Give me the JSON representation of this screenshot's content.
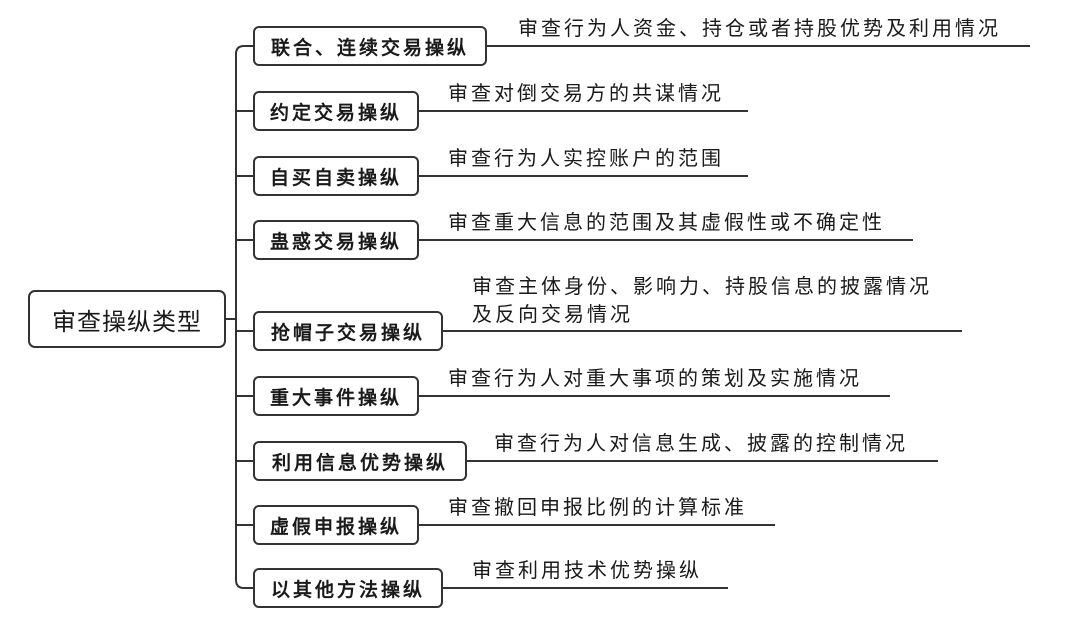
{
  "diagram": {
    "root": "审查操纵类型",
    "branches": [
      {
        "type": "联合、连续交易操纵",
        "review": [
          "审查行为人资金、持仓或者持股优势及利用情况"
        ]
      },
      {
        "type": "约定交易操纵",
        "review": [
          "审查对倒交易方的共谋情况"
        ]
      },
      {
        "type": "自买自卖操纵",
        "review": [
          "审查行为人实控账户的范围"
        ]
      },
      {
        "type": "蛊惑交易操纵",
        "review": [
          "审查重大信息的范围及其虚假性或不确定性"
        ]
      },
      {
        "type": "抢帽子交易操纵",
        "review": [
          "审查主体身份、影响力、持股信息的披露情况",
          "及反向交易情况"
        ]
      },
      {
        "type": "重大事件操纵",
        "review": [
          "审查行为人对重大事项的策划及实施情况"
        ]
      },
      {
        "type": "利用信息优势操纵",
        "review": [
          "审查行为人对信息生成、披露的控制情况"
        ]
      },
      {
        "type": "虚假申报操纵",
        "review": [
          "审查撤回申报比例的计算标准"
        ]
      },
      {
        "type": "以其他方法操纵",
        "review": [
          "审查利用技术优势操纵"
        ]
      }
    ]
  }
}
